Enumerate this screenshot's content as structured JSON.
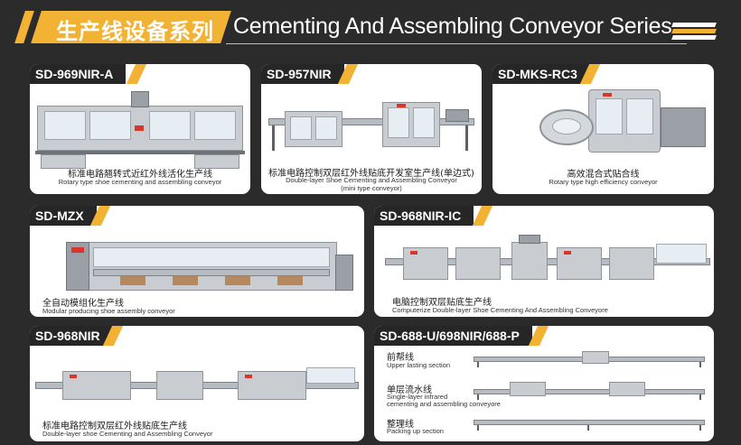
{
  "header": {
    "title_cn": "生产线设备系列",
    "title_en": "Cementing And Assembling Conveyor Series"
  },
  "colors": {
    "accent": "#f2b233",
    "background": "#2b2b2b",
    "card": "#ffffff",
    "tag": "#262626"
  },
  "products": [
    {
      "model": "SD-969NIR-A",
      "name_cn": "标准电路翘转式近红外线活化生产线",
      "name_en": "Rotary type shoe cementing and assembling conveyor",
      "name_en_2": ""
    },
    {
      "model": "SD-957NIR",
      "name_cn": "标准电路控制双层红外线贴底开发室生产线(单边式)",
      "name_en": "Double-layer Shoe Cementing and Assembling Conveyor",
      "name_en_2": "(mini type conveyor)"
    },
    {
      "model": "SD-MKS-RC3",
      "name_cn": "高效混合式贴合线",
      "name_en": "Rotary type high efficiency conveyor",
      "name_en_2": ""
    },
    {
      "model": "SD-MZX",
      "name_cn": "全自动模组化生产线",
      "name_en": "Modular producing shoe assembly conveyor",
      "name_en_2": ""
    },
    {
      "model": "SD-968NIR-IC",
      "name_cn": "电脑控制双层贴底生产线",
      "name_en": "Computerize Double-layer Shoe Cementing And Assembling Conveyore",
      "name_en_2": ""
    },
    {
      "model": "SD-968NIR",
      "name_cn": "标准电路控制双层红外线贴底生产线",
      "name_en": "Double-layer shoe Cementing and Assembling Conveyor",
      "name_en_2": ""
    },
    {
      "model": "SD-688-U/698NIR/688-P",
      "sections": [
        {
          "cn": "前帮线",
          "en": "Upper lasting section",
          "en_2": ""
        },
        {
          "cn": "单层流水线",
          "en": "Single-layer infrared",
          "en_2": "cementing and assembling conveyore"
        },
        {
          "cn": "整理线",
          "en": "Packing up section",
          "en_2": ""
        }
      ]
    }
  ]
}
